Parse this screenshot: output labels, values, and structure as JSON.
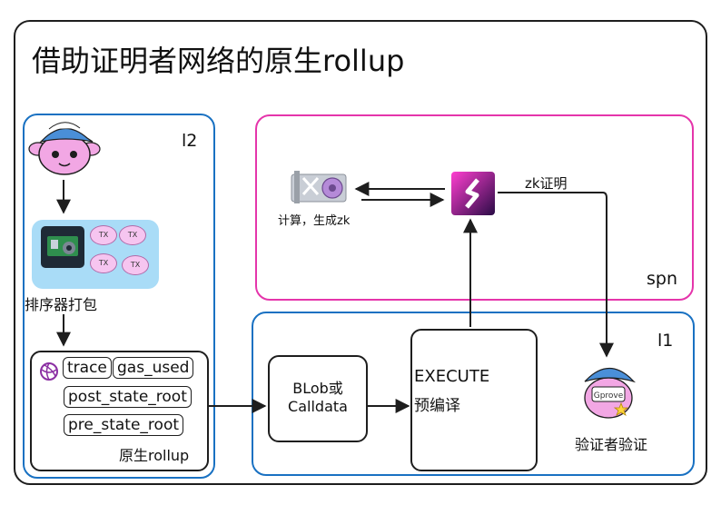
{
  "title": "借助证明者网络的原生rollup",
  "regions": {
    "l2": "l2",
    "spn": "spn",
    "l1": "l1"
  },
  "l2": {
    "sequencer_label": "排序器打包",
    "tx_labels": [
      "TX",
      "TX",
      "TX",
      "TX"
    ],
    "fields": [
      "trace",
      "gas_used",
      "post_state_root",
      "pre_state_root"
    ],
    "native_rollup_label": "原生rollup"
  },
  "spn": {
    "compute_label": "计算，生成zk",
    "proof_label": "zk证明"
  },
  "l1": {
    "blob_line1": "BLob或",
    "blob_line2": "Calldata",
    "execute_line1": "EXECUTE",
    "execute_line2": "预编译",
    "badge_text": "Gprove",
    "verifier_label": "验证者验证"
  },
  "colors": {
    "l2_border": "#1971c2",
    "spn_border": "#e535ab",
    "l1_border": "#1971c2",
    "mascot_pink": "#f2a7e4",
    "cap_blue": "#4a8fd8",
    "sequencer_panel": "#a9dcf7",
    "tx_bubble": "#f6c5f0"
  },
  "icons": {
    "mascot": "pink-axolotl-with-cap",
    "sequencer_card": "server-card-icon",
    "gpu": "graphics-card-icon",
    "prover_logo": "succinct-logo-icon",
    "rollup_ball": "ball-icon"
  }
}
